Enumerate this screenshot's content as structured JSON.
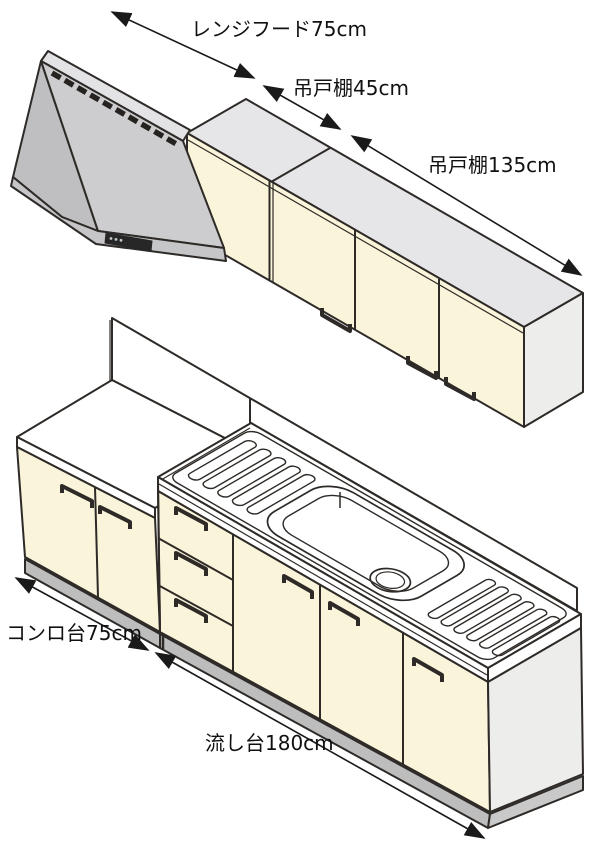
{
  "diagram": {
    "type": "kitchen-unit-dimension-diagram",
    "labels": {
      "range_hood": "レンジフード75cm",
      "wall_cabinet_45": "吊戸棚45cm",
      "wall_cabinet_135": "吊戸棚135cm",
      "stove_base": "コンロ台75cm",
      "sink_base": "流し台180cm"
    },
    "dimensions_cm": {
      "range_hood": 75,
      "wall_cabinet_small": 45,
      "wall_cabinet_large": 135,
      "stove_base": 75,
      "sink_base": 180
    },
    "colors": {
      "cream": "#FAF5DA",
      "top_gray": "#E6E6E8",
      "end_gray": "#EDEDEB",
      "hood_rim": "#E3E3E5",
      "hood_front": "#CDCDCF",
      "hood_side": "#BFBFC1",
      "hood_band": "#C6C6C8",
      "kick_gray": "#BDBDBD",
      "kick_dark": "#C9C9C9",
      "white": "#FFFFFF",
      "outline": "#2e2a27",
      "label": "#1a1a1a"
    }
  }
}
